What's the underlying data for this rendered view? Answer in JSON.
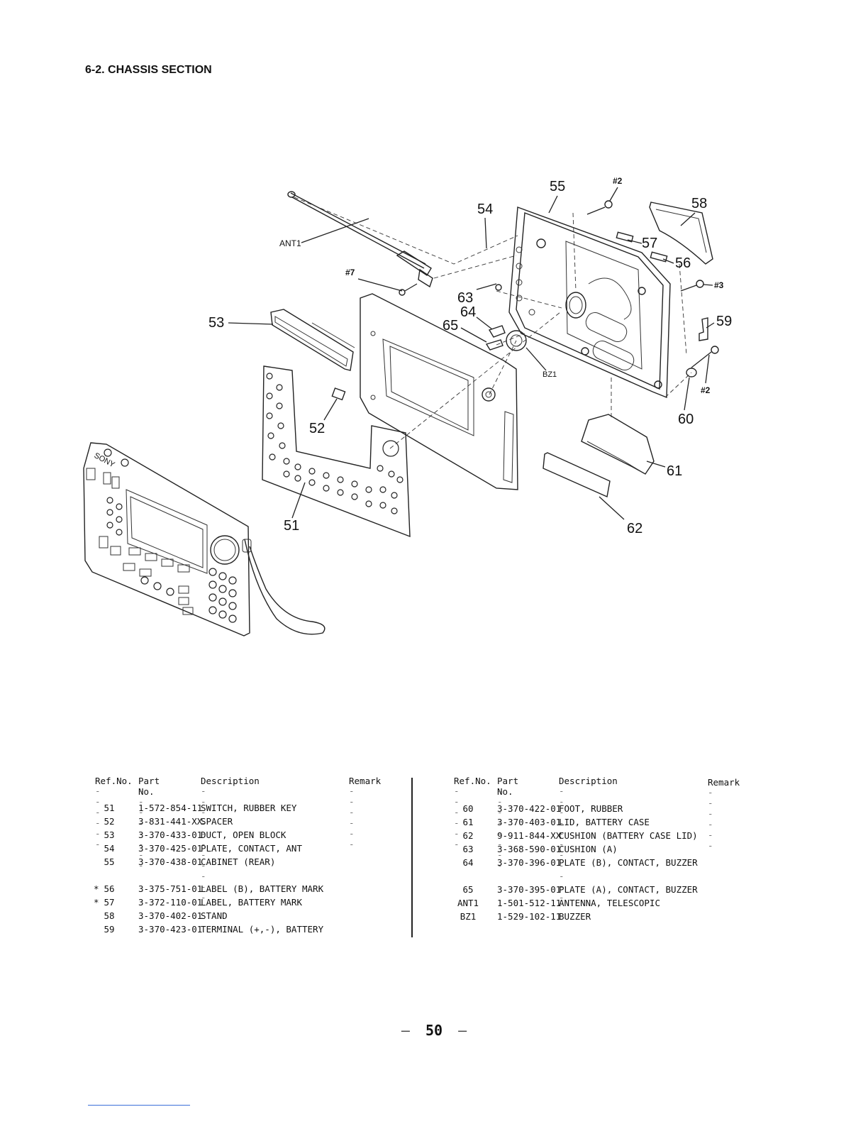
{
  "title": "6-2. CHASSIS SECTION",
  "diagram_labels": {
    "l51": "51",
    "l52": "52",
    "l53": "53",
    "l54": "54",
    "l55": "55",
    "l56": "56",
    "l57": "57",
    "l58": "58",
    "l59": "59",
    "l60": "60",
    "l61": "61",
    "l62": "62",
    "l63": "63",
    "l64": "64",
    "l65": "65",
    "ant1": "ANT1",
    "bz1": "BZ1",
    "s7": "#7",
    "s2a": "#2",
    "s3": "#3",
    "s2b": "#2",
    "logo": "SONY"
  },
  "table_headers": {
    "ref": "Ref.No.",
    "part": "Part No.",
    "desc": "Description",
    "remark": "Remark"
  },
  "table_left": [
    {
      "mark": "",
      "ref": "51",
      "part": "1-572-854-11",
      "desc": "SWITCH, RUBBER KEY"
    },
    {
      "mark": "",
      "ref": "52",
      "part": "3-831-441-XX",
      "desc": "SPACER"
    },
    {
      "mark": "",
      "ref": "53",
      "part": "3-370-433-01",
      "desc": "DUCT, OPEN BLOCK"
    },
    {
      "mark": "",
      "ref": "54",
      "part": "3-370-425-01",
      "desc": "PLATE, CONTACT, ANT"
    },
    {
      "mark": "",
      "ref": "55",
      "part": "3-370-438-01",
      "desc": "CABINET (REAR)"
    },
    {
      "mark": "*",
      "ref": "56",
      "part": "3-375-751-01",
      "desc": "LABEL (B), BATTERY MARK"
    },
    {
      "mark": "*",
      "ref": "57",
      "part": "3-372-110-01",
      "desc": "LABEL, BATTERY MARK"
    },
    {
      "mark": "",
      "ref": "58",
      "part": "3-370-402-01",
      "desc": "STAND"
    },
    {
      "mark": "",
      "ref": "59",
      "part": "3-370-423-01",
      "desc": "TERMINAL (+,-), BATTERY"
    }
  ],
  "table_right": [
    {
      "ref": "60",
      "part": "3-370-422-01",
      "desc": "FOOT, RUBBER"
    },
    {
      "ref": "61",
      "part": "3-370-403-01",
      "desc": "LID, BATTERY CASE"
    },
    {
      "ref": "62",
      "part": "9-911-844-XX",
      "desc": "CUSHION (BATTERY CASE LID)"
    },
    {
      "ref": "63",
      "part": "3-368-590-01",
      "desc": "CUSHION (A)"
    },
    {
      "ref": "64",
      "part": "3-370-396-01",
      "desc": "PLATE (B), CONTACT, BUZZER"
    },
    {
      "ref": "65",
      "part": "3-370-395-01",
      "desc": "PLATE (A), CONTACT, BUZZER"
    },
    {
      "ref": "ANT1",
      "part": "1-501-512-11",
      "desc": "ANTENNA, TELESCOPIC"
    },
    {
      "ref": "BZ1",
      "part": "1-529-102-11",
      "desc": "BUZZER"
    }
  ],
  "page_number": "50",
  "page_dash": "—"
}
